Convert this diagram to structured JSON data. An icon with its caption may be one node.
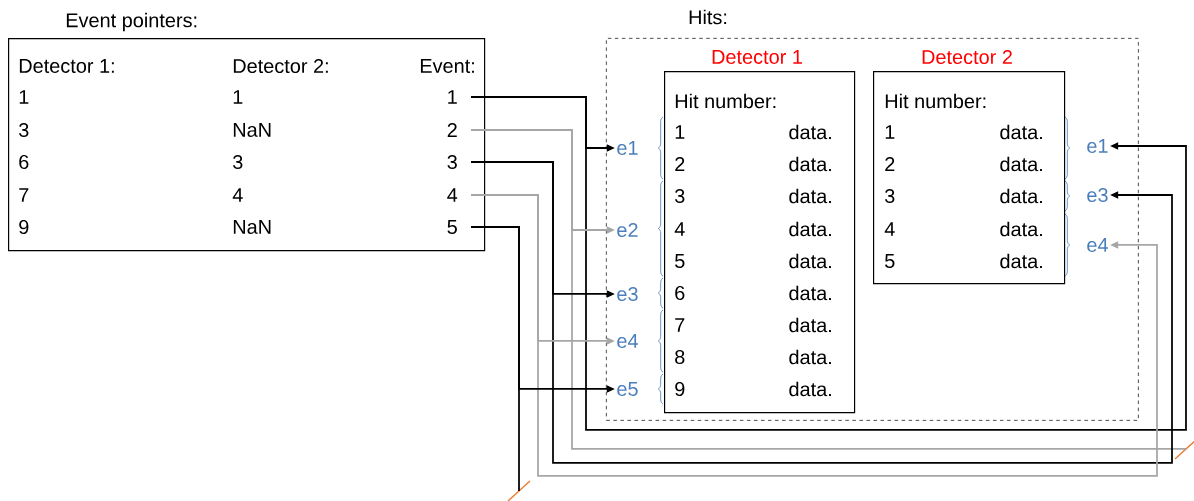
{
  "diagram": {
    "nodes": [
      {
        "text": [
          "Event pointers:",
          "Detector 1:",
          "Detector 2:",
          "Event:",
          "1",
          "1",
          "3",
          "NaN",
          "6",
          "3",
          "7",
          "4",
          "9",
          "NaN"
        ]
      },
      {
        "text": [
          "1"
        ],
        "in": 0
      },
      {
        "text": [
          "2"
        ],
        "in": 0
      },
      {
        "text": [
          "3"
        ],
        "in": 0
      },
      {
        "text": [
          "4"
        ],
        "in": 0
      },
      {
        "text": [
          "5"
        ],
        "in": 0
      },
      {
        "text": [
          "Hits:"
        ]
      },
      {
        "text": [
          "Detector 1",
          "Hit number:",
          "1",
          "data.",
          "2",
          "data.",
          "3",
          "data.",
          "4",
          "data.",
          "5",
          "data.",
          "6",
          "data.",
          "7",
          "data.",
          "8",
          "data.",
          "9",
          "data."
        ],
        "in": 6
      },
      {
        "text": [
          "Detector 2",
          "Hit number:",
          "1",
          "data.",
          "2",
          "data.",
          "3",
          "data.",
          "4",
          "data.",
          "5",
          "data."
        ],
        "in": 6
      },
      {
        "text": [
          "e1"
        ],
        "in": 6
      },
      {
        "text": [
          "e2"
        ],
        "in": 6
      },
      {
        "text": [
          "e3"
        ],
        "in": 6
      },
      {
        "text": [
          "e4"
        ],
        "in": 6
      },
      {
        "text": [
          "e5"
        ],
        "in": 6
      },
      {
        "text": [
          "e1"
        ],
        "in": 6
      },
      {
        "text": [
          "e3"
        ],
        "in": 6
      },
      {
        "text": [
          "e4"
        ],
        "in": 6
      },
      {
        "text": [],
        "shape": "line"
      },
      {
        "text": [],
        "shape": "line"
      }
    ],
    "edges": [
      {
        "from": 1,
        "to": 9,
        "arrow": "to"
      },
      {
        "from": 1,
        "to": 14,
        "arrow": "to"
      },
      {
        "from": 2,
        "to": 10,
        "arrow": "to",
        "color": "#a6a6a6"
      },
      {
        "from": 2,
        "to": 18,
        "arrow": "none",
        "color": "#a6a6a6"
      },
      {
        "from": 3,
        "to": 11,
        "arrow": "to"
      },
      {
        "from": 3,
        "to": 15,
        "arrow": "to"
      },
      {
        "from": 4,
        "to": 12,
        "arrow": "to",
        "color": "#a6a6a6"
      },
      {
        "from": 4,
        "to": 16,
        "arrow": "to",
        "color": "#a6a6a6"
      },
      {
        "from": 5,
        "to": 13,
        "arrow": "to"
      },
      {
        "from": 5,
        "to": 17,
        "arrow": "none"
      }
    ]
  }
}
